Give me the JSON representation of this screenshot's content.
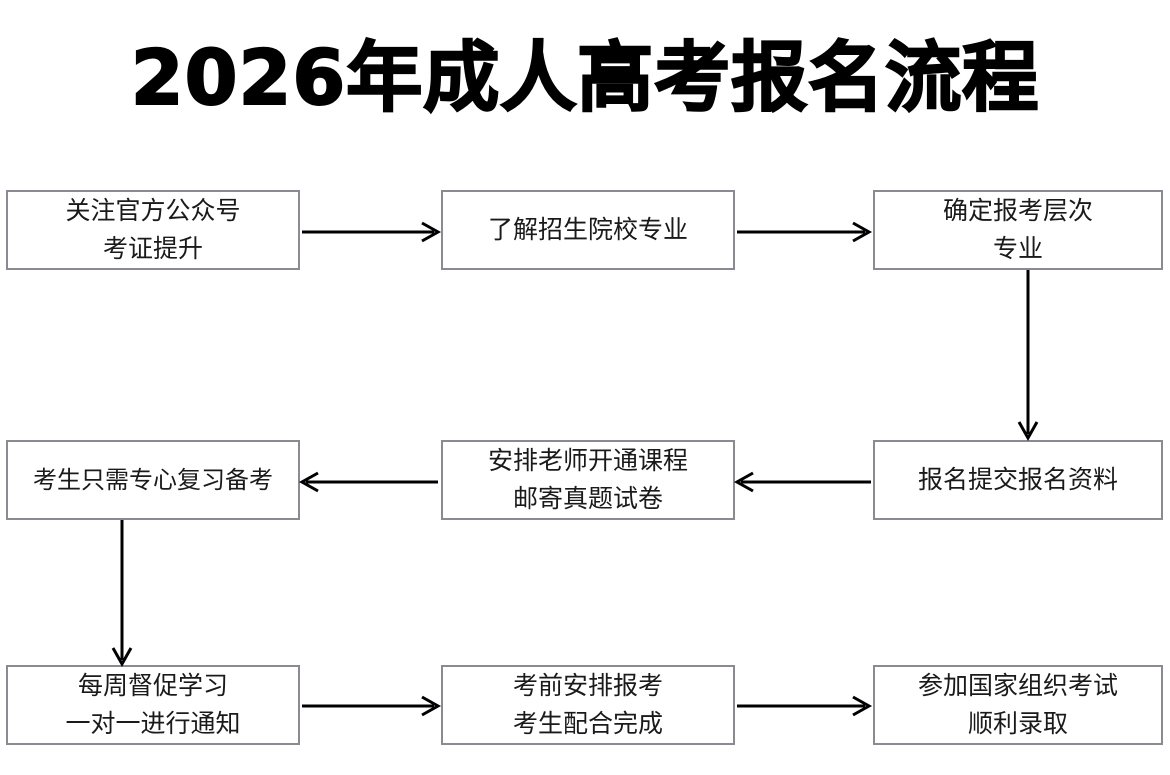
{
  "page": {
    "title": "2026年成人高考报名流程",
    "background_color": "#ffffff",
    "box_border_color": "#8a8a92",
    "arrow_color": "#000000",
    "text_color": "#1a1a1a"
  },
  "flowchart": {
    "type": "process-flow",
    "nodes": [
      {
        "id": "n1",
        "line1": "关注官方公众号",
        "line2": "考证提升",
        "row": 1,
        "col": "left"
      },
      {
        "id": "n2",
        "line1": "了解招生院校专业",
        "line2": "",
        "row": 1,
        "col": "mid"
      },
      {
        "id": "n3",
        "line1": "确定报考层次",
        "line2": "专业",
        "row": 1,
        "col": "right"
      },
      {
        "id": "n4",
        "line1": "考生只需专心复习备考",
        "line2": "",
        "row": 2,
        "col": "left"
      },
      {
        "id": "n5",
        "line1": "安排老师开通课程",
        "line2": "邮寄真题试卷",
        "row": 2,
        "col": "mid"
      },
      {
        "id": "n6",
        "line1": "报名提交报名资料",
        "line2": "",
        "row": 2,
        "col": "right"
      },
      {
        "id": "n7",
        "line1": "每周督促学习",
        "line2": "一对一进行通知",
        "row": 3,
        "col": "left"
      },
      {
        "id": "n8",
        "line1": "考前安排报考",
        "line2": "考生配合完成",
        "row": 3,
        "col": "mid"
      },
      {
        "id": "n9",
        "line1": "参加国家组织考试",
        "line2": "顺利录取",
        "row": 3,
        "col": "right"
      }
    ],
    "edges": [
      {
        "from": "n1",
        "to": "n2",
        "direction": "right"
      },
      {
        "from": "n2",
        "to": "n3",
        "direction": "right"
      },
      {
        "from": "n3",
        "to": "n6",
        "direction": "down"
      },
      {
        "from": "n6",
        "to": "n5",
        "direction": "left"
      },
      {
        "from": "n5",
        "to": "n4",
        "direction": "left"
      },
      {
        "from": "n4",
        "to": "n7",
        "direction": "down"
      },
      {
        "from": "n7",
        "to": "n8",
        "direction": "right"
      },
      {
        "from": "n8",
        "to": "n9",
        "direction": "right"
      }
    ]
  }
}
